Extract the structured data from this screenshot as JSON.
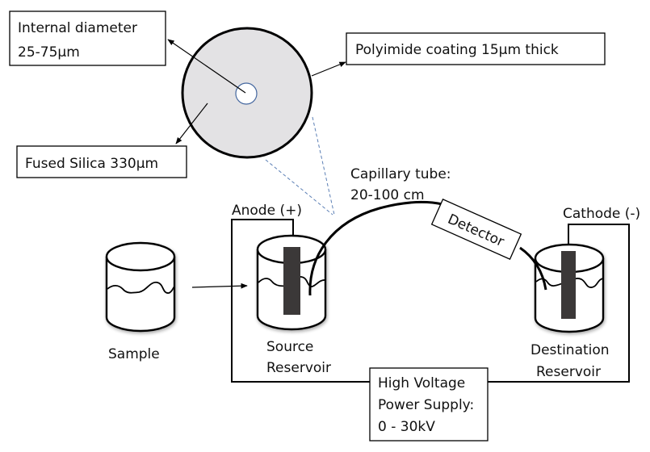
{
  "title": "Capillary electrophoresis setup",
  "colors": {
    "silica_fill": "#e3e2e4",
    "bore_stroke": "#44679f",
    "electrode": "#3a3838",
    "dashed_projection": "#5b7fb5",
    "outline": "#000000"
  },
  "cross_section": {
    "internal_diameter": {
      "line1": "Internal diameter",
      "line2": "25-75µm"
    },
    "coating": "Polyimide coating 15µm thick",
    "fused_silica": "Fused Silica 330µm"
  },
  "capillary": {
    "line1": "Capillary tube:",
    "line2": "20-100 cm"
  },
  "detector": "Detector",
  "electrodes": {
    "anode": "Anode (+)",
    "cathode": "Cathode (-)"
  },
  "vessels": {
    "sample": "Sample",
    "source": {
      "line1": "Source",
      "line2": "Reservoir"
    },
    "destination": {
      "line1": "Destination",
      "line2": "Reservoir"
    }
  },
  "power_supply": {
    "line1": "High Voltage",
    "line2": "Power Supply:",
    "line3": "0 - 30kV"
  }
}
